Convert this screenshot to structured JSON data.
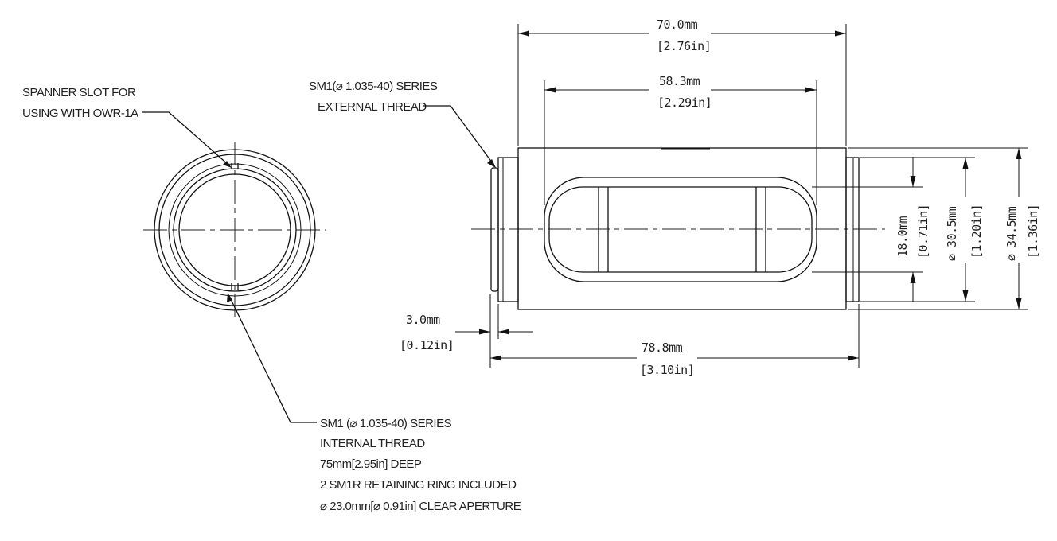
{
  "notes": {
    "spanner_line1": "SPANNER SLOT FOR",
    "spanner_line2": "USING WITH OWR-1A",
    "ext_thread_line1": "SM1(⌀ 1.035-40) SERIES",
    "ext_thread_line2": "EXTERNAL THREAD",
    "int_thread_line1": "SM1 (⌀ 1.035-40) SERIES",
    "int_thread_line2": "INTERNAL THREAD",
    "int_thread_line3": "75mm[2.95in] DEEP",
    "int_thread_line4": "2 SM1R RETAINING RING INCLUDED",
    "int_thread_line5": "⌀ 23.0mm[⌀ 0.91in] CLEAR APERTURE"
  },
  "dimensions": {
    "overall_body_mm": "70.0mm",
    "overall_body_in": "[2.76in]",
    "slot_length_mm": "58.3mm",
    "slot_length_in": "[2.29in]",
    "total_length_mm": "78.8mm",
    "total_length_in": "[3.10in]",
    "thread_length_mm": "3.0mm",
    "thread_length_in": "[0.12in]",
    "slot_width_mm": "18.0mm",
    "slot_width_in": "[0.71in]",
    "thread_dia_mm": "⌀ 30.5mm",
    "thread_dia_in": "[1.20in]",
    "body_dia_mm": "⌀ 34.5mm",
    "body_dia_in": "[1.36in]"
  }
}
